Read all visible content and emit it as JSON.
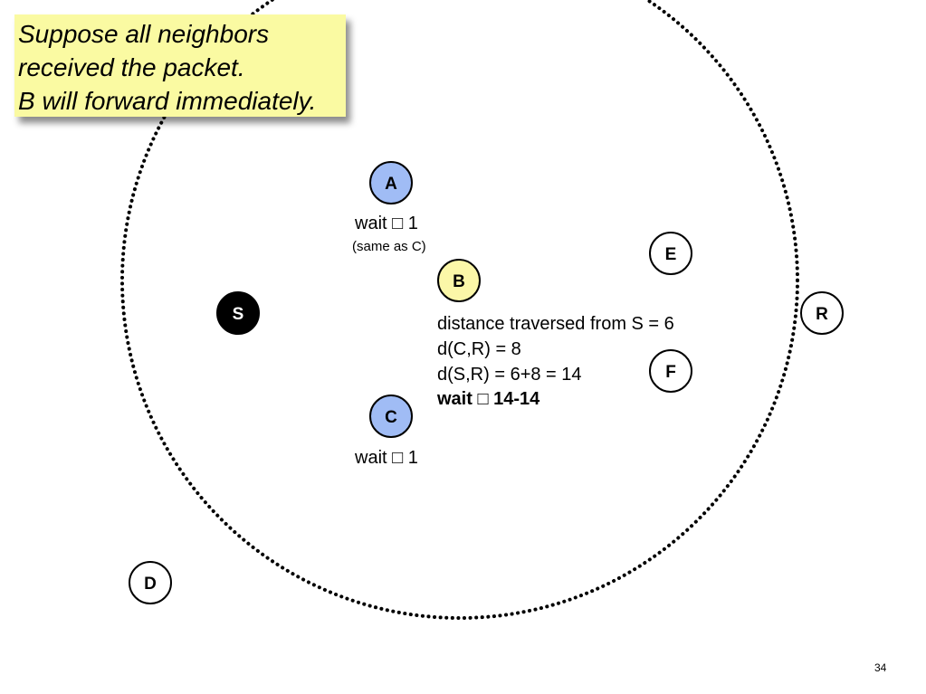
{
  "callout": {
    "lines": [
      "Suppose all neighbors",
      "received the packet.",
      "B will forward immediately."
    ],
    "background": "#fafaa2"
  },
  "nodes": {
    "A": {
      "label": "A",
      "fill": "#a0bcf5"
    },
    "B": {
      "label": "B",
      "fill": "#fbf7a8"
    },
    "C": {
      "label": "C",
      "fill": "#a0bcf5"
    },
    "S": {
      "label": "S",
      "fill": "#000000"
    },
    "D": {
      "label": "D",
      "fill": "#ffffff"
    },
    "E": {
      "label": "E",
      "fill": "#ffffff"
    },
    "F": {
      "label": "F",
      "fill": "#ffffff"
    },
    "R": {
      "label": "R",
      "fill": "#ffffff"
    }
  },
  "annotations": {
    "a_wait": "wait □ 1",
    "a_note": "(same as C)",
    "c_wait": "wait □ 1",
    "b_distance": "distance traversed from S = 6",
    "b_dcr": "d(C,R) = 8",
    "b_dsr": "d(S,R) = 6+8 = 14",
    "b_wait": "wait □ 14-14"
  },
  "page_number": "34"
}
